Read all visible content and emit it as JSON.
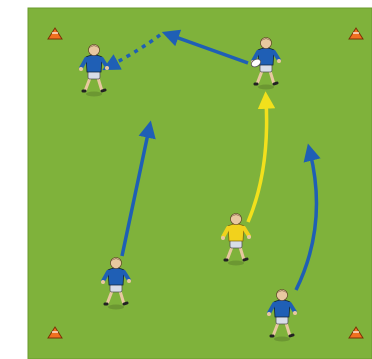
{
  "diagram": {
    "type": "rugby-drill",
    "pitch_color": "#7fb23b",
    "pitch_edge_color": "#6a9b2c",
    "blue_kit_color": "#1f5fb5",
    "yellow_kit_color": "#f2d21c",
    "skin_color": "#e8c8a0",
    "hair_color": "#4a2d1a",
    "short_color": "#d8dde8",
    "blue_arrow_color": "#1f5fb5",
    "yellow_arrow_color": "#f2e01c",
    "cone_color": "#f07020",
    "cones": [
      {
        "id": "cone-top-left",
        "icon": "cone-icon"
      },
      {
        "id": "cone-top-right",
        "icon": "cone-icon"
      },
      {
        "id": "cone-bottom-left",
        "icon": "cone-icon"
      },
      {
        "id": "cone-bottom-right",
        "icon": "cone-icon"
      }
    ],
    "players": [
      {
        "id": "player-top-left",
        "kit": "blue",
        "has_ball": false
      },
      {
        "id": "player-top-right",
        "kit": "blue",
        "has_ball": true
      },
      {
        "id": "player-bottom-left",
        "kit": "blue",
        "has_ball": false
      },
      {
        "id": "player-bottom-middle",
        "kit": "yellow",
        "has_ball": false
      },
      {
        "id": "player-bottom-right",
        "kit": "blue",
        "has_ball": false
      }
    ],
    "arrows": [
      {
        "id": "pass-arrow",
        "color": "blue",
        "style": "solid-then-dotted"
      },
      {
        "id": "run-arrow-left",
        "color": "blue",
        "style": "solid"
      },
      {
        "id": "run-arrow-yellow",
        "color": "yellow",
        "style": "solid"
      },
      {
        "id": "run-arrow-right",
        "color": "blue",
        "style": "solid"
      }
    ]
  }
}
